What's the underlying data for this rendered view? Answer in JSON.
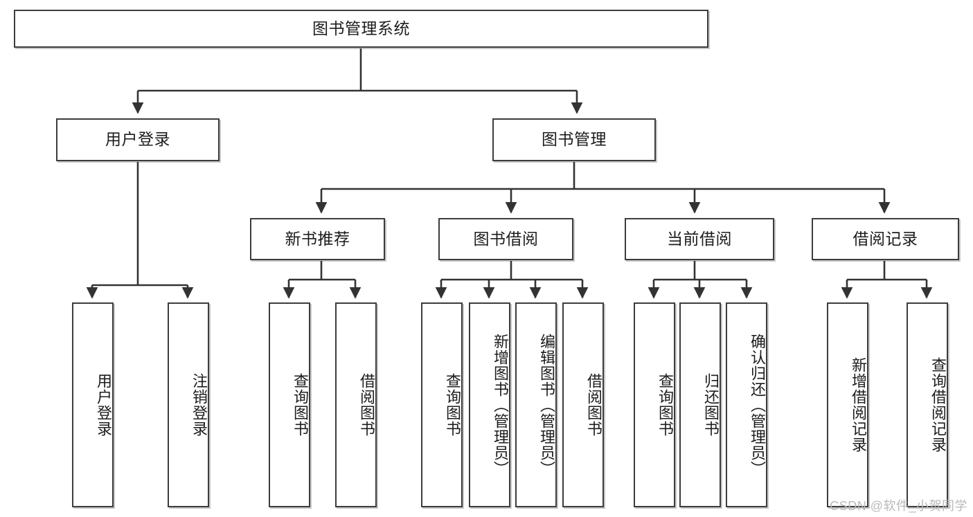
{
  "diagram": {
    "title": "图书管理系统",
    "type": "tree",
    "watermark": "CSDN @软件_小贺同学",
    "colors": {
      "node_border": "#3c3c3c",
      "node_fill": "#ffffff",
      "edge": "#333333",
      "text": "#1c1c1c",
      "watermark": "#b9b9b9"
    },
    "nodes": {
      "root": {
        "label": "图书管理系统"
      },
      "level2": [
        {
          "id": "user-login",
          "label": "用户登录"
        },
        {
          "id": "book-manage",
          "label": "图书管理"
        }
      ],
      "level3": [
        {
          "id": "new-book-recommend",
          "label": "新书推荐"
        },
        {
          "id": "book-borrow",
          "label": "图书借阅"
        },
        {
          "id": "current-borrow",
          "label": "当前借阅"
        },
        {
          "id": "borrow-record",
          "label": "借阅记录"
        }
      ],
      "leaves": {
        "user-login": [
          {
            "id": "leaf-user-login",
            "label": "用户登录"
          },
          {
            "id": "leaf-logout",
            "label": "注销登录"
          }
        ],
        "new-book-recommend": [
          {
            "id": "leaf-query-book-1",
            "label": "查询图书"
          },
          {
            "id": "leaf-borrow-book-1",
            "label": "借阅图书"
          }
        ],
        "book-borrow": [
          {
            "id": "leaf-query-book-2",
            "label": "查询图书"
          },
          {
            "id": "leaf-add-book",
            "label": "新增图书（管理员）"
          },
          {
            "id": "leaf-edit-book",
            "label": "编辑图书（管理员）"
          },
          {
            "id": "leaf-borrow-book-2",
            "label": "借阅图书"
          }
        ],
        "current-borrow": [
          {
            "id": "leaf-query-book-3",
            "label": "查询图书"
          },
          {
            "id": "leaf-return-book",
            "label": "归还图书"
          },
          {
            "id": "leaf-confirm-return",
            "label": "确认归还（管理员）"
          }
        ],
        "borrow-record": [
          {
            "id": "leaf-add-record",
            "label": "新增借阅记录"
          },
          {
            "id": "leaf-query-record",
            "label": "查询借阅记录"
          }
        ]
      }
    }
  }
}
